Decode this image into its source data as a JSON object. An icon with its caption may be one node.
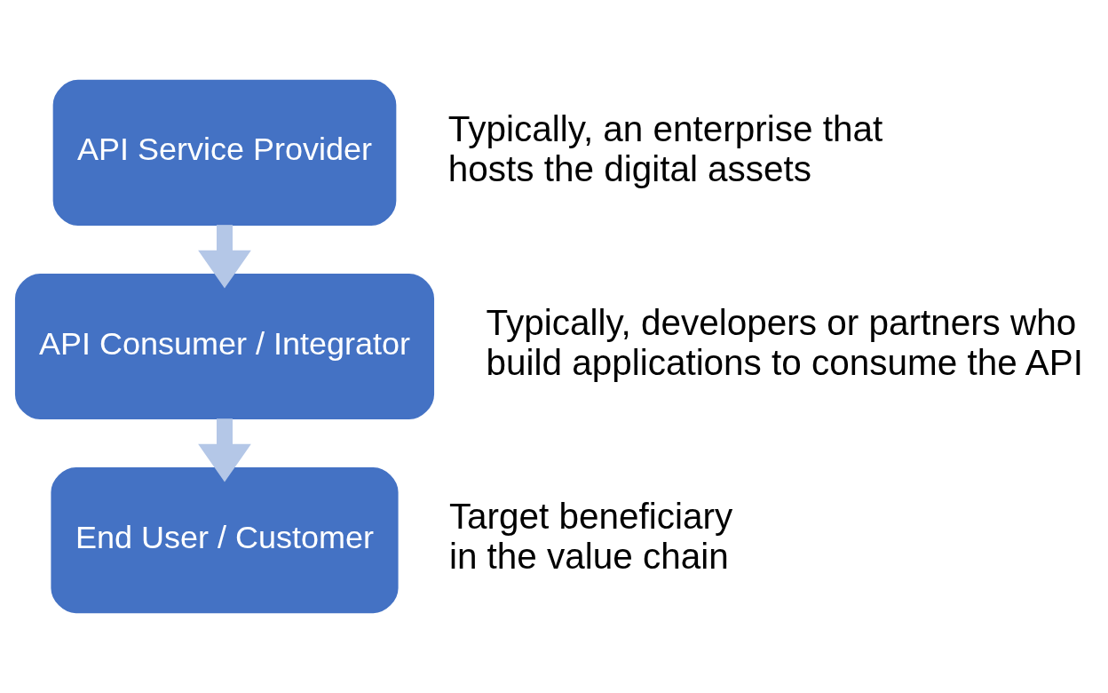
{
  "diagram": {
    "nodes": [
      {
        "text": [
          "API Service Provider"
        ],
        "beside": [
          "Typically, an enterprise that hosts the digital assets"
        ]
      },
      {
        "text": [
          "API Consumer / Integrator"
        ],
        "beside": [
          "Typically, developers or partners who build applications to consume the API"
        ]
      },
      {
        "text": [
          "End User / Customer"
        ],
        "beside": [
          "Target beneficiary in the value chain"
        ]
      }
    ],
    "edges": [
      {
        "from": 0,
        "to": 1,
        "arrow": "to"
      },
      {
        "from": 1,
        "to": 2,
        "arrow": "to"
      }
    ]
  }
}
